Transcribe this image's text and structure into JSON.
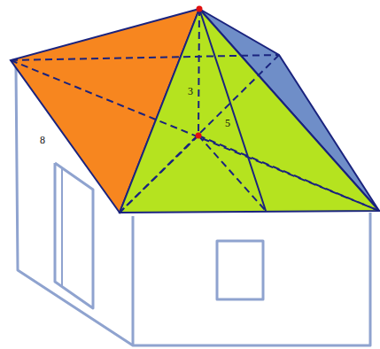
{
  "diagram": {
    "labels": [
      "8",
      "3",
      "5"
    ]
  }
}
